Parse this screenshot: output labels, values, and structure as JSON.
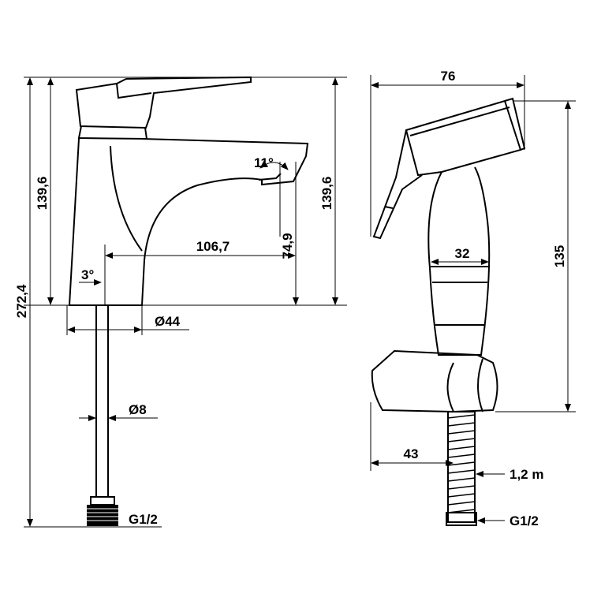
{
  "faucet": {
    "total_height": "272,4",
    "body_height_left": "139,6",
    "body_height_right": "139,6",
    "spout_height": "74,9",
    "spout_reach": "106,7",
    "spout_angle": "11°",
    "body_tilt": "3°",
    "base_diameter": "Ø44",
    "pipe_diameter": "Ø8",
    "thread": "G1/2"
  },
  "hand_shower": {
    "width": "76",
    "height": "135",
    "handle_diameter": "32",
    "holder_depth": "43",
    "hose_length": "1,2 m",
    "thread": "G1/2"
  },
  "colors": {
    "line": "#000000",
    "background": "#ffffff"
  }
}
